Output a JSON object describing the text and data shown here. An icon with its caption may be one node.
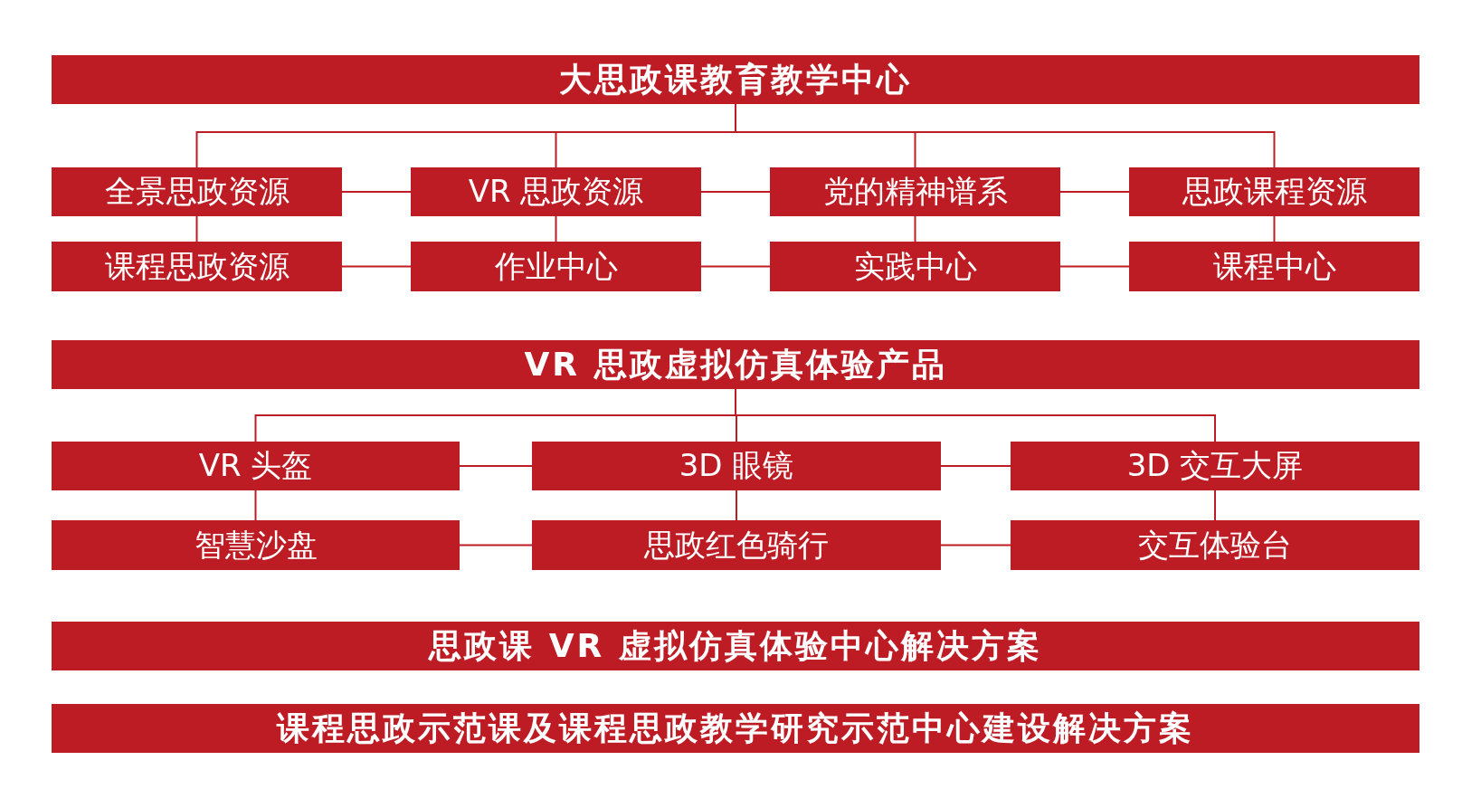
{
  "diagram": {
    "nodes": [
      {
        "text": [
          "大思政课教育教学中心"
        ]
      },
      {
        "text": [
          "全景思政资源"
        ]
      },
      {
        "text": [
          "VR 思政资源"
        ]
      },
      {
        "text": [
          "党的精神谱系"
        ]
      },
      {
        "text": [
          "思政课程资源"
        ]
      },
      {
        "text": [
          "课程思政资源"
        ]
      },
      {
        "text": [
          "作业中心"
        ]
      },
      {
        "text": [
          "实践中心"
        ]
      },
      {
        "text": [
          "课程中心"
        ]
      },
      {
        "text": [
          "VR 思政虚拟仿真体验产品"
        ]
      },
      {
        "text": [
          "VR 头盔"
        ]
      },
      {
        "text": [
          "3D 眼镜"
        ]
      },
      {
        "text": [
          "3D 交互大屏"
        ]
      },
      {
        "text": [
          "智慧沙盘"
        ]
      },
      {
        "text": [
          "思政红色骑行"
        ]
      },
      {
        "text": [
          "交互体验台"
        ]
      },
      {
        "text": [
          "思政课 VR 虚拟仿真体验中心解决方案"
        ]
      },
      {
        "text": [
          "课程思政示范课及课程思政教学研究示范中心建设解决方案"
        ]
      }
    ],
    "edges": [
      {
        "from": 0,
        "to": 1,
        "arrow": "none"
      },
      {
        "from": 0,
        "to": 2,
        "arrow": "none"
      },
      {
        "from": 0,
        "to": 3,
        "arrow": "none"
      },
      {
        "from": 0,
        "to": 4,
        "arrow": "none"
      },
      {
        "from": 1,
        "to": 5,
        "arrow": "none"
      },
      {
        "from": 2,
        "to": 6,
        "arrow": "none"
      },
      {
        "from": 3,
        "to": 7,
        "arrow": "none"
      },
      {
        "from": 4,
        "to": 8,
        "arrow": "none"
      },
      {
        "from": 1,
        "to": 2,
        "arrow": "none"
      },
      {
        "from": 2,
        "to": 3,
        "arrow": "none"
      },
      {
        "from": 3,
        "to": 4,
        "arrow": "none"
      },
      {
        "from": 5,
        "to": 6,
        "arrow": "none"
      },
      {
        "from": 6,
        "to": 7,
        "arrow": "none"
      },
      {
        "from": 7,
        "to": 8,
        "arrow": "none"
      },
      {
        "from": 9,
        "to": 10,
        "arrow": "none"
      },
      {
        "from": 9,
        "to": 11,
        "arrow": "none"
      },
      {
        "from": 9,
        "to": 12,
        "arrow": "none"
      },
      {
        "from": 10,
        "to": 13,
        "arrow": "none"
      },
      {
        "from": 11,
        "to": 14,
        "arrow": "none"
      },
      {
        "from": 12,
        "to": 15,
        "arrow": "none"
      },
      {
        "from": 10,
        "to": 11,
        "arrow": "none"
      },
      {
        "from": 11,
        "to": 12,
        "arrow": "none"
      },
      {
        "from": 13,
        "to": 14,
        "arrow": "none"
      },
      {
        "from": 14,
        "to": 15,
        "arrow": "none"
      }
    ]
  }
}
